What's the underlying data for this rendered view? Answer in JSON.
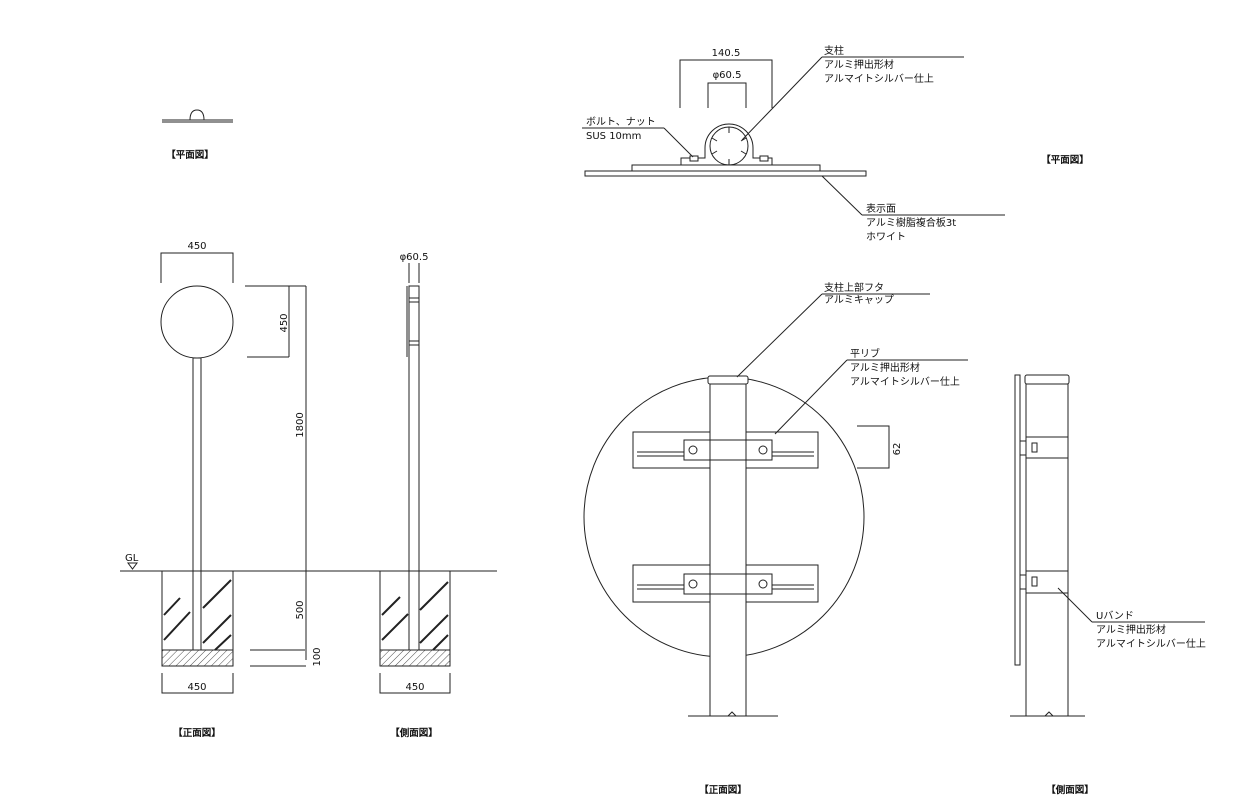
{
  "views": {
    "overall_plan": "【平面図】",
    "overall_front": "【正面図】",
    "overall_side": "【側面図】",
    "detail_plan": "【平面図】",
    "detail_front": "【正面図】",
    "detail_side": "【側面図】"
  },
  "dimensions": {
    "sign_width": "450",
    "sign_height": "450",
    "total_height": "1800",
    "embed_depth": "500",
    "base_thickness": "100",
    "foundation_width_front": "450",
    "foundation_width_side": "450",
    "pole_diameter_side": "φ60.5",
    "clamp_width": "140.5",
    "pole_diameter_plan": "φ60.5",
    "rib_spacing": "62"
  },
  "ground_label": "GL",
  "callouts": {
    "pole": [
      "支柱",
      "アルミ押出形材",
      "アルマイトシルバー仕上"
    ],
    "bolt": [
      "ボルト、ナット",
      "SUS 10mm"
    ],
    "face": [
      "表示面",
      "アルミ樹脂複合板3t",
      "ホワイト"
    ],
    "cap": [
      "支柱上部フタ",
      "アルミキャップ"
    ],
    "rib": [
      "平リブ",
      "アルミ押出形材",
      "アルマイトシルバー仕上"
    ],
    "uband": [
      "Uバンド",
      "アルミ押出形材",
      "アルマイトシルバー仕上"
    ]
  }
}
